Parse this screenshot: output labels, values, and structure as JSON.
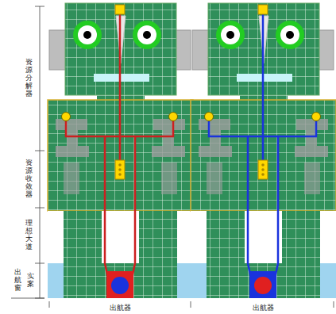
{
  "diagram": {
    "labels": [
      "资源分解器",
      "资源收敛器",
      "理想大道",
      "出航窗",
      "实案",
      "出航器",
      "出航器"
    ]
  }
}
